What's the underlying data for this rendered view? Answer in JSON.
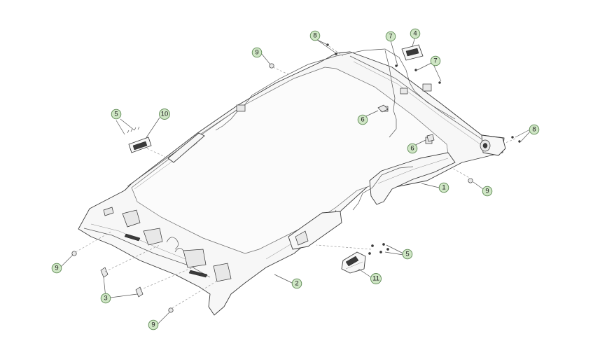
{
  "diagram": {
    "callouts": [
      {
        "id": "c1",
        "label": "1"
      },
      {
        "id": "c2",
        "label": "2"
      },
      {
        "id": "c3",
        "label": "3"
      },
      {
        "id": "c4",
        "label": "4"
      },
      {
        "id": "c5a",
        "label": "5"
      },
      {
        "id": "c5b",
        "label": "5"
      },
      {
        "id": "c6a",
        "label": "6"
      },
      {
        "id": "c6b",
        "label": "6"
      },
      {
        "id": "c7a",
        "label": "7"
      },
      {
        "id": "c7b",
        "label": "7"
      },
      {
        "id": "c8a",
        "label": "8"
      },
      {
        "id": "c8b",
        "label": "8"
      },
      {
        "id": "c9a",
        "label": "9"
      },
      {
        "id": "c9b",
        "label": "9"
      },
      {
        "id": "c9c",
        "label": "9"
      },
      {
        "id": "c9d",
        "label": "9"
      },
      {
        "id": "c10",
        "label": "10"
      },
      {
        "id": "c11",
        "label": "11"
      }
    ]
  }
}
